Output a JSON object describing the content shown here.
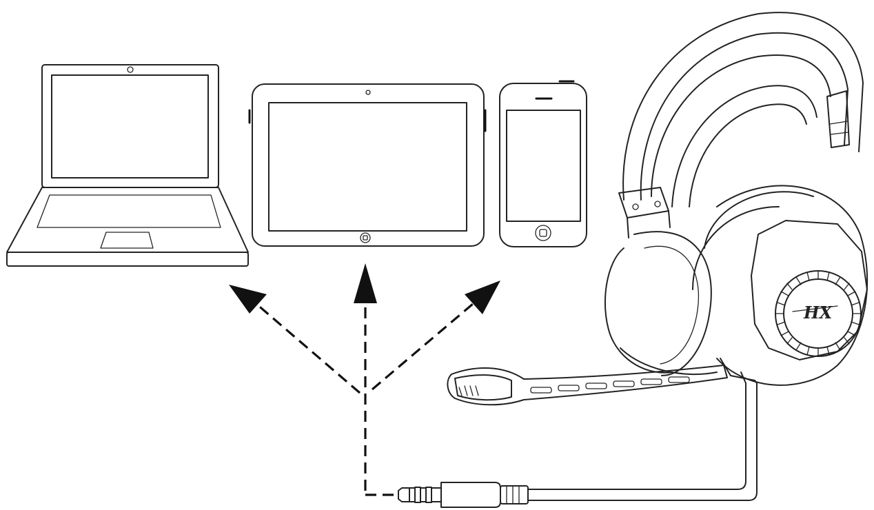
{
  "diagram": {
    "devices": [
      {
        "id": "laptop",
        "icon": "laptop-icon"
      },
      {
        "id": "tablet",
        "icon": "tablet-icon"
      },
      {
        "id": "smartphone",
        "icon": "smartphone-icon"
      }
    ],
    "headset": {
      "icon": "gaming-headset-icon",
      "logo_mark": "HX"
    },
    "connector": {
      "icon": "audio-jack-icon"
    },
    "arrows": [
      {
        "from": "audio-jack",
        "to": "laptop",
        "style": "dashed"
      },
      {
        "from": "audio-jack",
        "to": "tablet",
        "style": "dashed"
      },
      {
        "from": "audio-jack",
        "to": "smartphone",
        "style": "dashed"
      }
    ],
    "colors": {
      "line": "#222222",
      "background": "#ffffff"
    }
  }
}
